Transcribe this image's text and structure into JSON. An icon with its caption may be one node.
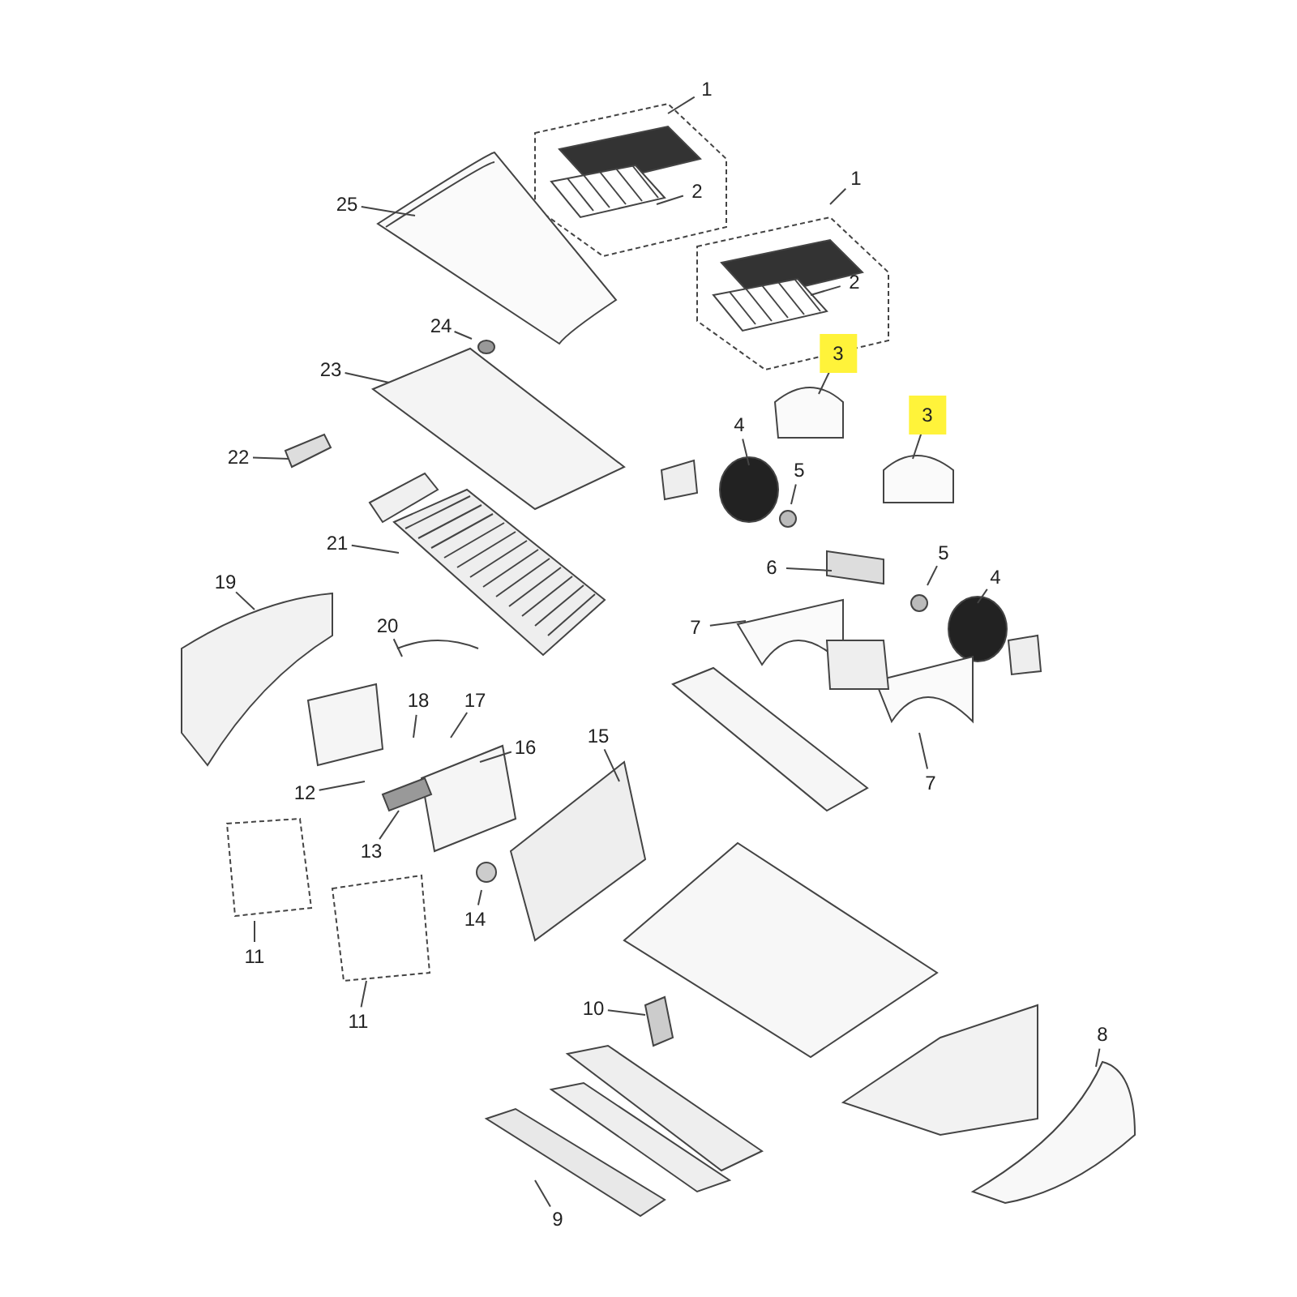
{
  "diagram": {
    "nodes": [
      {
        "text": [
          "1"
        ]
      },
      {
        "text": [
          "2"
        ]
      },
      {
        "text": [
          "1"
        ]
      },
      {
        "text": [
          "2"
        ]
      },
      {
        "text": [
          "3"
        ]
      },
      {
        "text": [
          "3"
        ]
      },
      {
        "text": [
          "4"
        ]
      },
      {
        "text": [
          "5"
        ]
      },
      {
        "text": [
          "6"
        ]
      },
      {
        "text": [
          "7"
        ]
      },
      {
        "text": [
          "5"
        ]
      },
      {
        "text": [
          "4"
        ]
      },
      {
        "text": [
          "7"
        ]
      },
      {
        "text": [
          "8"
        ]
      },
      {
        "text": [
          "9"
        ]
      },
      {
        "text": [
          "10"
        ]
      },
      {
        "text": [
          "11"
        ]
      },
      {
        "text": [
          "11"
        ]
      },
      {
        "text": [
          "12"
        ]
      },
      {
        "text": [
          "13"
        ]
      },
      {
        "text": [
          "14"
        ]
      },
      {
        "text": [
          "15"
        ]
      },
      {
        "text": [
          "16"
        ]
      },
      {
        "text": [
          "17"
        ]
      },
      {
        "text": [
          "18"
        ]
      },
      {
        "text": [
          "19"
        ]
      },
      {
        "text": [
          "20"
        ]
      },
      {
        "text": [
          "21"
        ]
      },
      {
        "text": [
          "22"
        ]
      },
      {
        "text": [
          "23"
        ]
      },
      {
        "text": [
          "24"
        ]
      },
      {
        "text": [
          "25"
        ]
      }
    ],
    "edges": [
      {
        "from": 0,
        "to": null,
        "arrow": "none"
      },
      {
        "from": 1,
        "to": null,
        "arrow": "none"
      },
      {
        "from": 2,
        "to": null,
        "arrow": "none"
      },
      {
        "from": 3,
        "to": null,
        "arrow": "none"
      },
      {
        "from": 4,
        "to": null,
        "arrow": "none"
      },
      {
        "from": 5,
        "to": null,
        "arrow": "none"
      },
      {
        "from": 6,
        "to": null,
        "arrow": "none"
      },
      {
        "from": 7,
        "to": null,
        "arrow": "none"
      },
      {
        "from": 8,
        "to": null,
        "arrow": "none"
      },
      {
        "from": 9,
        "to": null,
        "arrow": "none"
      },
      {
        "from": 10,
        "to": null,
        "arrow": "none"
      },
      {
        "from": 11,
        "to": null,
        "arrow": "none"
      },
      {
        "from": 12,
        "to": null,
        "arrow": "none"
      },
      {
        "from": 13,
        "to": null,
        "arrow": "none"
      },
      {
        "from": 14,
        "to": null,
        "arrow": "none"
      },
      {
        "from": 15,
        "to": null,
        "arrow": "none"
      },
      {
        "from": 16,
        "to": null,
        "arrow": "none"
      },
      {
        "from": 17,
        "to": null,
        "arrow": "none"
      },
      {
        "from": 18,
        "to": null,
        "arrow": "none"
      },
      {
        "from": 19,
        "to": null,
        "arrow": "none"
      },
      {
        "from": 20,
        "to": null,
        "arrow": "none"
      },
      {
        "from": 21,
        "to": null,
        "arrow": "none"
      },
      {
        "from": 22,
        "to": null,
        "arrow": "none"
      },
      {
        "from": 23,
        "to": null,
        "arrow": "none"
      },
      {
        "from": 24,
        "to": null,
        "arrow": "none"
      },
      {
        "from": 25,
        "to": null,
        "arrow": "none"
      },
      {
        "from": 26,
        "to": null,
        "arrow": "none"
      },
      {
        "from": 27,
        "to": null,
        "arrow": "none"
      },
      {
        "from": 28,
        "to": null,
        "arrow": "none"
      },
      {
        "from": 29,
        "to": null,
        "arrow": "none"
      },
      {
        "from": 30,
        "to": null,
        "arrow": "none"
      },
      {
        "from": 31,
        "to": null,
        "arrow": "none"
      }
    ]
  }
}
